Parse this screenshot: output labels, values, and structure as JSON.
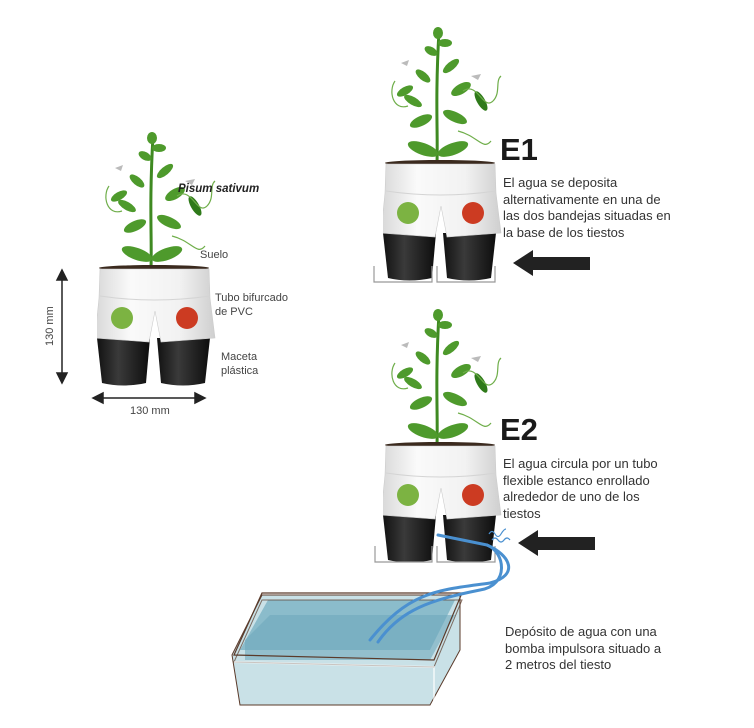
{
  "left_figure": {
    "species": "Pisum sativum",
    "label_soil": "Suelo",
    "label_pipe": [
      "Tubo bifurcado",
      "de PVC"
    ],
    "label_pot": [
      "Maceta",
      "plástica"
    ],
    "height_dimension": "130 mm",
    "width_dimension": "130 mm"
  },
  "e1": {
    "heading": "E1",
    "description": [
      "El agua se deposita",
      "alternativamente en una de",
      "las dos bandejas situadas en",
      "la base de los tiestos"
    ]
  },
  "e2": {
    "heading": "E2",
    "description": [
      "El agua circula por un tubo",
      "flexible estanco enrollado",
      "alrededor de uno de los",
      "tiestos"
    ]
  },
  "reservoir": {
    "description": [
      "Depósito de agua con una",
      "bomba impulsora situado a",
      "2 metros del tiesto"
    ]
  },
  "colors": {
    "plant": "#4e9a2c",
    "green_dot": "#7cb342",
    "red_dot": "#cc3b22",
    "pot": "#1a1a1a",
    "water": "#4a90d0",
    "tank": "#a9cdd6"
  }
}
